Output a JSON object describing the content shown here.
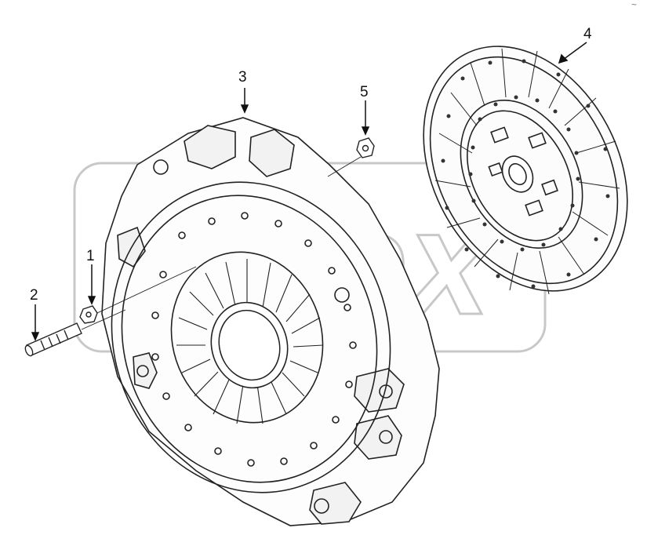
{
  "diagram": {
    "callouts": [
      {
        "id": "1",
        "label": "1"
      },
      {
        "id": "2",
        "label": "2"
      },
      {
        "id": "3",
        "label": "3"
      },
      {
        "id": "4",
        "label": "4"
      },
      {
        "id": "5",
        "label": "5"
      }
    ],
    "watermark_text": "Opex",
    "corner_mark": "~"
  },
  "colors": {
    "line": "#222222",
    "watermark": "#c8c8c8",
    "background": "#ffffff"
  }
}
